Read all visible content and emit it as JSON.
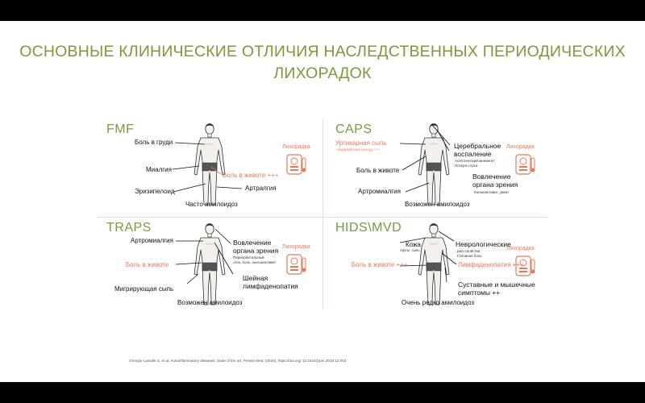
{
  "title": {
    "line1": "ОСНОВНЫЕ КЛИНИЧЕСКИЕ ОТЛИЧИЯ НАСЛЕДСТВЕННЫХ ПЕРИОДИЧЕСКИХ",
    "line2": "ЛИХОРАДОК"
  },
  "colors": {
    "accent_green": "#7a9a3c",
    "accent_red": "#e8785a",
    "separator": "#d6e2f0"
  },
  "panels": {
    "fmf": {
      "name": "FMF",
      "fever": "Лихорадка",
      "chest_pain": "Боль в груди",
      "myalgia": "Миалгия",
      "erysipeloid": "Эризипелоид",
      "abdominal_pain": "Боль в животе +++",
      "arthralgia": "Артралгия",
      "amyloidosis": "Часто амилоидоз"
    },
    "caps": {
      "name": "CAPS",
      "fever": "Лихорадка",
      "urticaria": "Уртикарная сыпь",
      "urticaria_sub": "неадекватная холоду +++",
      "cerebral_line1": "Церебральное",
      "cerebral_line2": "воспаление",
      "cerebral_sub1": "Асептический менингит",
      "cerebral_sub2": "Потеря слуха",
      "abdominal_pain": "Боль в животе",
      "arthromyalgia": "Артромиалгия",
      "eye_line1": "Вовлечение",
      "eye_line2": "органа зрения",
      "eye_sub": "Конъюнктивит, увеит",
      "amyloidosis": "Возможен амилоидоз"
    },
    "traps": {
      "name": "TRAPS",
      "fever": "Лихорадка",
      "arthromyalgia": "Артромиалгия",
      "eye_line1": "Вовлечение",
      "eye_line2": "органа зрения",
      "eye_sub1": "Периорбитальный",
      "eye_sub2": "отек, боль, конъюнктивит",
      "abdominal_pain": "Боль в животе",
      "neck_line1": "Шейная",
      "neck_line2": "лимфаденопатия",
      "rash": "Мигрирующая сыпь",
      "amyloidosis": "Возможен амилоидоз"
    },
    "hids": {
      "name": "HIDS\\MVD",
      "fever": "Лихорадка",
      "skin": "Кожа",
      "skin_sub": "Афты, сыпь",
      "neuro_line1": "Неврологические",
      "neuro_sub1": "расстройства",
      "neuro_sub2": "Головная боль",
      "abdominal_pain": "Боль в животе +++",
      "lymph": "Лимфаденопатия +++",
      "joint_line1": "Суставные и мышечные",
      "joint_line2": "симптомы ++",
      "amyloidosis": "Очень редко амилоидоз"
    }
  },
  "citation": "Georgin-Lavialle S, et al. Autoinflammatory diseases: State of the art. Presse Med. (2019), https://doi.org/ 10.1016/j.lpm.2018.12.003"
}
